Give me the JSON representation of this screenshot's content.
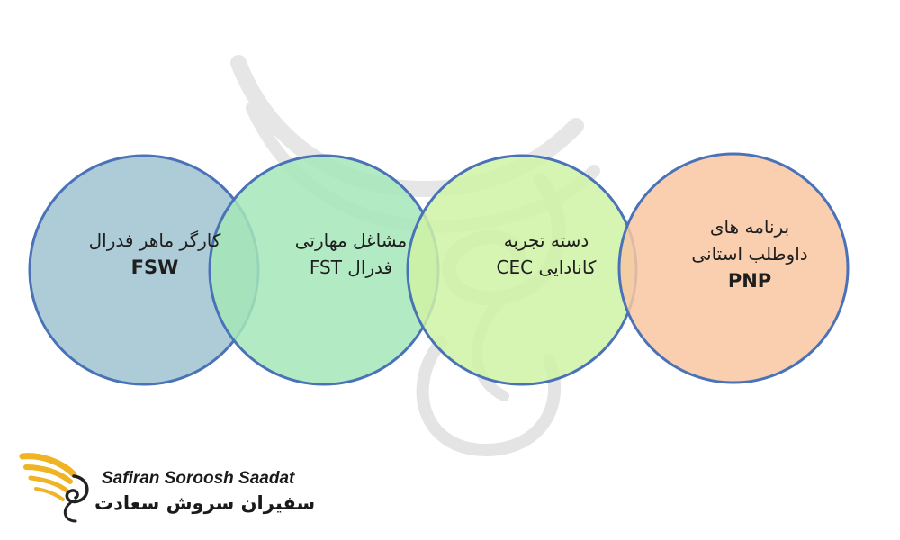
{
  "colors": {
    "outline": "#4a72b8",
    "watermark": "#dedede"
  },
  "circles": [
    {
      "id": "fsw",
      "line1": "کارگر ماهر فدرال",
      "line2": "",
      "code": "FSW",
      "fill": "#9fc3d0"
    },
    {
      "id": "fst",
      "line1": "مشاغل مهارتی",
      "line2": "فدرال FST",
      "code": "",
      "fill": "#a5e6b9"
    },
    {
      "id": "cec",
      "line1": "دسته تجربه",
      "line2": "کانادایی CEC",
      "code": "",
      "fill": "#cff2a4"
    },
    {
      "id": "pnp",
      "line1": "برنامه های",
      "line2": "داوطلب استانی",
      "code": "PNP",
      "fill": "#f8c7a2"
    }
  ],
  "logo": {
    "latin": "Safiran Soroosh Saadat",
    "persian": "سفیران سروش سعادت",
    "wing_color": "#f0b323"
  }
}
